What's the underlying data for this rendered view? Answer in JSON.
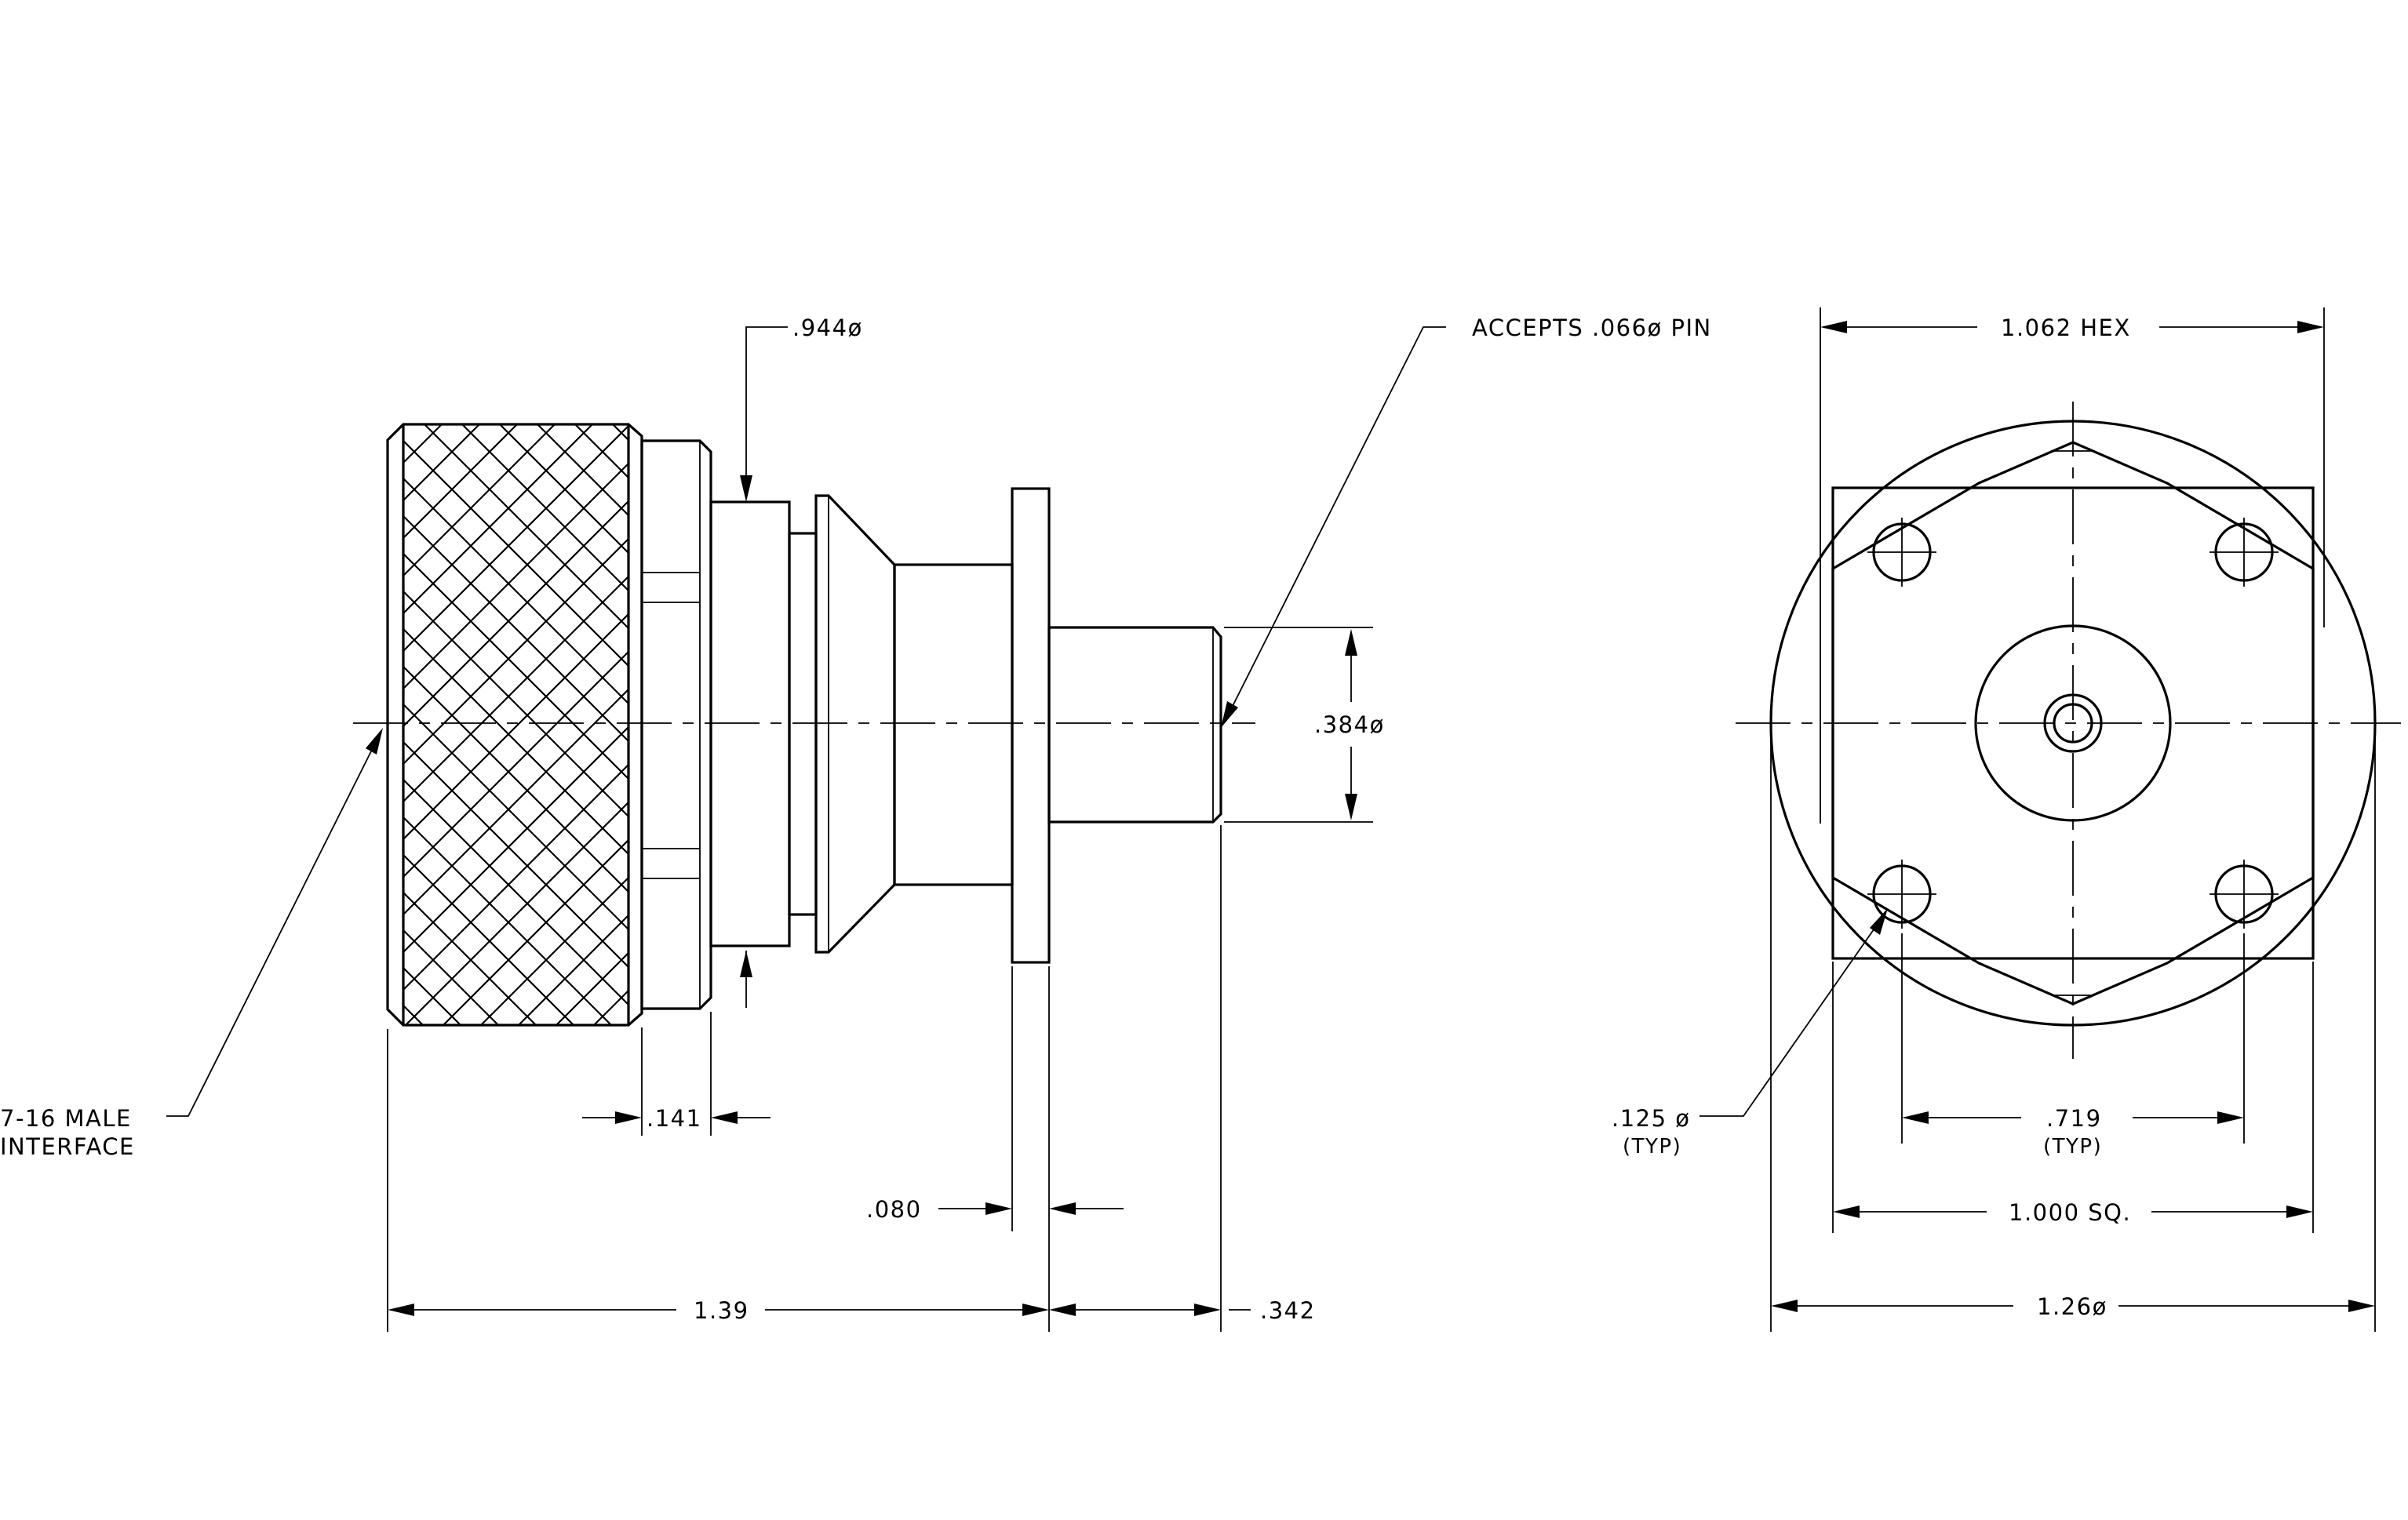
{
  "side_view": {
    "dimensions": {
      "flange_od": ".944ø",
      "pin_accepts": "ACCEPTS .066ø PIN",
      "pin_body_dia": ".384ø",
      "hex_width": ".141",
      "flange_thickness": ".080",
      "overall_length": "1.39",
      "pin_length": ".342"
    },
    "interface_label": [
      "7-16 MALE",
      "INTERFACE"
    ]
  },
  "end_view": {
    "dimensions": {
      "hex": "1.062 HEX",
      "hole_dia": ".125 ø",
      "hole_dia_note": "(TYP)",
      "hole_spacing": ".719",
      "hole_spacing_note": "(TYP)",
      "square": "1.000 SQ.",
      "body_dia": "1.26ø"
    }
  }
}
